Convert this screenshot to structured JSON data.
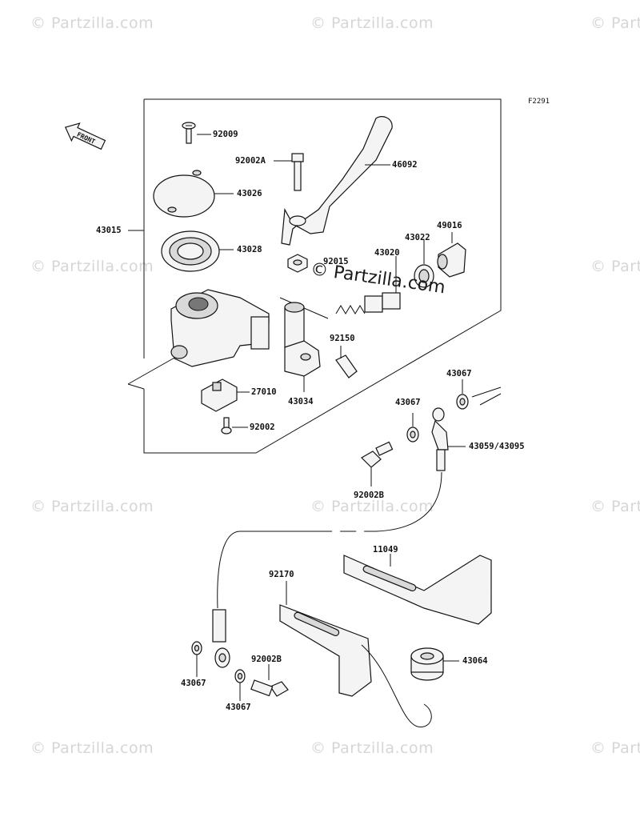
{
  "diagram_code": "F2291",
  "watermark_text": "© Partzilla.com",
  "center_watermark_text": "© Partzilla.com",
  "front_label": "FRONT",
  "parts": {
    "p92009": "92009",
    "p92002A": "92002A",
    "p46092": "46092",
    "p43026": "43026",
    "p43015": "43015",
    "p49016": "49016",
    "p43022": "43022",
    "p43028": "43028",
    "p92015": "92015",
    "p43020": "43020",
    "p92150": "92150",
    "p27010": "27010",
    "p43034": "43034",
    "p43067_top_right": "43067",
    "p43067_mid": "43067",
    "p92002": "92002",
    "p43059": "43059/43095",
    "p92002B_top": "92002B",
    "p11049": "11049",
    "p92170": "92170",
    "p43064": "43064",
    "p92002B_bottom": "92002B",
    "p43067_bottom_left": "43067",
    "p43067_bottom": "43067"
  },
  "colors": {
    "line": "#111111",
    "watermark": "#d6d6d6",
    "part_fill": "#f4f4f4"
  }
}
